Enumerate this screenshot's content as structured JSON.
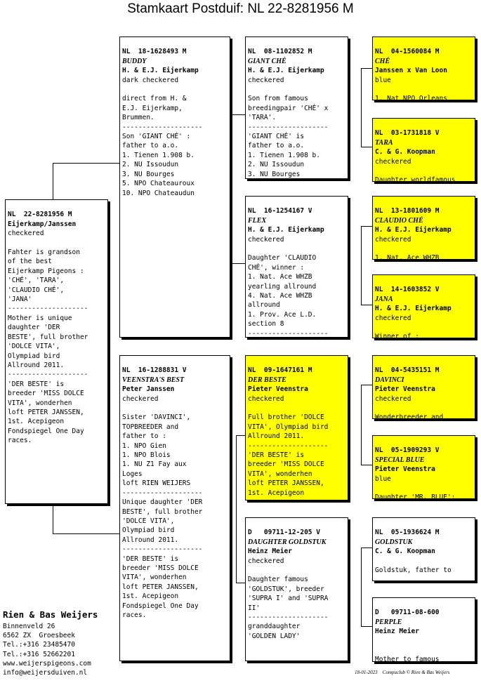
{
  "title": "Stamkaart Postduif: NL  22-8281956 M",
  "cards": {
    "subject": {
      "ring": "NL  22-8281956 M",
      "name": "",
      "breeder": "Eijerkamp/Janssen",
      "color": "checkered",
      "notes": "\nFahter is grandson\nof the best\nEijerkamp Pigeons :\n'CHÉ', 'TARA',\n'CLAUDIO CHÉ',\n'JANA'\n--------------------\nMother is unique\ndaughter 'DER\nBESTE', full brother\n'DOLCE VITA',\nOlympiad bird\nAllround 2011.\n--------------------\n'DER BESTE' is\nbreeder 'MISS DOLCE\nVITA', wonderhen\nloft PETER JANSSEN,\n1st. Acepigeon\nFondspiegel One Day\nraces."
    },
    "father": {
      "ring": "NL  18-1628493 M",
      "name": "BUDDY",
      "breeder": "H. & E.J. Eijerkamp",
      "color": "dark checkered",
      "notes": "\ndirect from H. &\nE.J. Eijerkamp,\nBrummen.\n--------------------\nSon 'GIANT CHÉ' :\nfather to a.o.\n1. Tienen 1.908 b.\n2. NU Issoudun\n3. NU Bourges\n5. NPO Chateauroux\n10. NPO Chateaudun"
    },
    "mother": {
      "ring": "NL  16-1288831 V",
      "name": "VEENSTRA'S BEST",
      "breeder": "Peter Janssen",
      "color": "checkered",
      "notes": "\nSister 'DAVINCI',\nTOPBREEDER and\nfather to :\n1. NPO Gien\n1. NPO Blois\n1. NU Z1 Fay aux\nLoges\nloft RIEN WEIJERS\n--------------------\nUnique daughter 'DER\nBESTE', full brother\n'DOLCE VITA',\nOlympiad bird\nAllround 2011.\n--------------------\n'DER BESTE' is\nbreeder 'MISS DOLCE\nVITA', wonderhen\nloft PETER JANSSEN,\n1st. Acepigeon\nFondspiegel One Day\nraces."
    },
    "ff": {
      "ring": "NL  08-1102852 M",
      "name": "GIANT CHÉ",
      "breeder": "H. & E.J. Eijerkamp",
      "color": "checkered",
      "notes": "\nSon from famous\nbreedingpair 'CHÉ' x\n'TARA'.\n--------------------\n'GIANT CHÉ' is\nfather to a.o.\n1. Tienen 1.908 b.\n2. NU Issoudun\n3. NU Bourges"
    },
    "fm": {
      "ring": "NL  16-1254167 V",
      "name": "FLEX",
      "breeder": "H. & E.J. Eijerkamp",
      "color": "checkered",
      "notes": "\nDaughter 'CLAUDIO\nCHÉ', winner :\n1. Nat. Ace WHZB\nyearling allround\n4. Nat. Ace WHZB\nallround\n1. Prov. Ace L.D.\nsection 8\n--------------------"
    },
    "mf": {
      "ring": "NL  09-1647161 M",
      "name": "DER BESTE",
      "breeder": "Pieter Veenstra",
      "color": "checkered",
      "notes": "\nFull brother 'DOLCE\nVITA', Olympiad bird\nAllround 2011.\n--------------------\n'DER BESTE' is\nbreeder 'MISS DOLCE\nVITA', wonderhen\nloft PETER JANSSEN,\n1st. Acepigeon"
    },
    "mm": {
      "ring": "D   09711-12-205 V",
      "name": "DAUGHTER GOLDSTUK",
      "breeder": "Heinz Meier",
      "color": "checkered",
      "notes": "\nDaughter famous\n'GOLDSTUK', breeder\n'SUPRA I' and 'SUPRA\nII'\n--------------------\ngranddaughter\n'GOLDEN LADY'"
    },
    "fff": {
      "ring": "NL  04-1560084 M",
      "name": "CHÉ",
      "breeder": "Janssen x Van Loon",
      "color": "blue",
      "notes": "\n1. Nat NPO Orleans"
    },
    "ffm": {
      "ring": "NL  03-1731818 V",
      "name": "TARA",
      "breeder": "C. & G. Koopman",
      "color": "checkered",
      "notes": "\nDaughter worldfamous"
    },
    "fmf": {
      "ring": "NL  13-1801609 M",
      "name": "CLAUDIO CHÉ",
      "breeder": "H. & E.J. Eijerkamp",
      "color": "checkered",
      "notes": "\n1. Nat. Ace WHZB"
    },
    "fmm": {
      "ring": "NL  14-1603852 V",
      "name": "JANA",
      "breeder": "H. & E.J. Eijerkamp",
      "color": "checkered",
      "notes": "\nWinner of :"
    },
    "mff": {
      "ring": "NL  04-5435151 M",
      "name": "DAVINCI",
      "breeder": "Pieter Veenstra",
      "color": "checkered",
      "notes": "\nWonderbreeder and"
    },
    "mfm": {
      "ring": "NL  05-1909293 V",
      "name": "SPECIAL BLUE",
      "breeder": "Pieter Veenstra",
      "color": "blue",
      "notes": "\nDaughter 'MR. BLUE':"
    },
    "mmf": {
      "ring": "NL  05-1936624 M",
      "name": "GOLDSTUK",
      "breeder": "C. & G. Koopman",
      "color": "",
      "notes": "\nGoldstuk, father to"
    },
    "mmm": {
      "ring": "D   09711-08-600",
      "name": "PERPLE",
      "breeder": "Heinz Meier",
      "color": "",
      "notes": "\n\nMother to famous"
    }
  },
  "footer": {
    "name": "Rien & Bas Weijers",
    "lines": "Binnenveld 26\n6562 ZX  Groesbeek\nTel.:+316 23485470\nTel.:+316 52662201\nwww.weijerspigeons.com\ninfo@weijersduiven.nl",
    "stamp": "18-01-2023    Compuclub © Rien & Bas Weijers"
  },
  "colors": {
    "highlight": "#ffff00",
    "border": "#000000"
  }
}
